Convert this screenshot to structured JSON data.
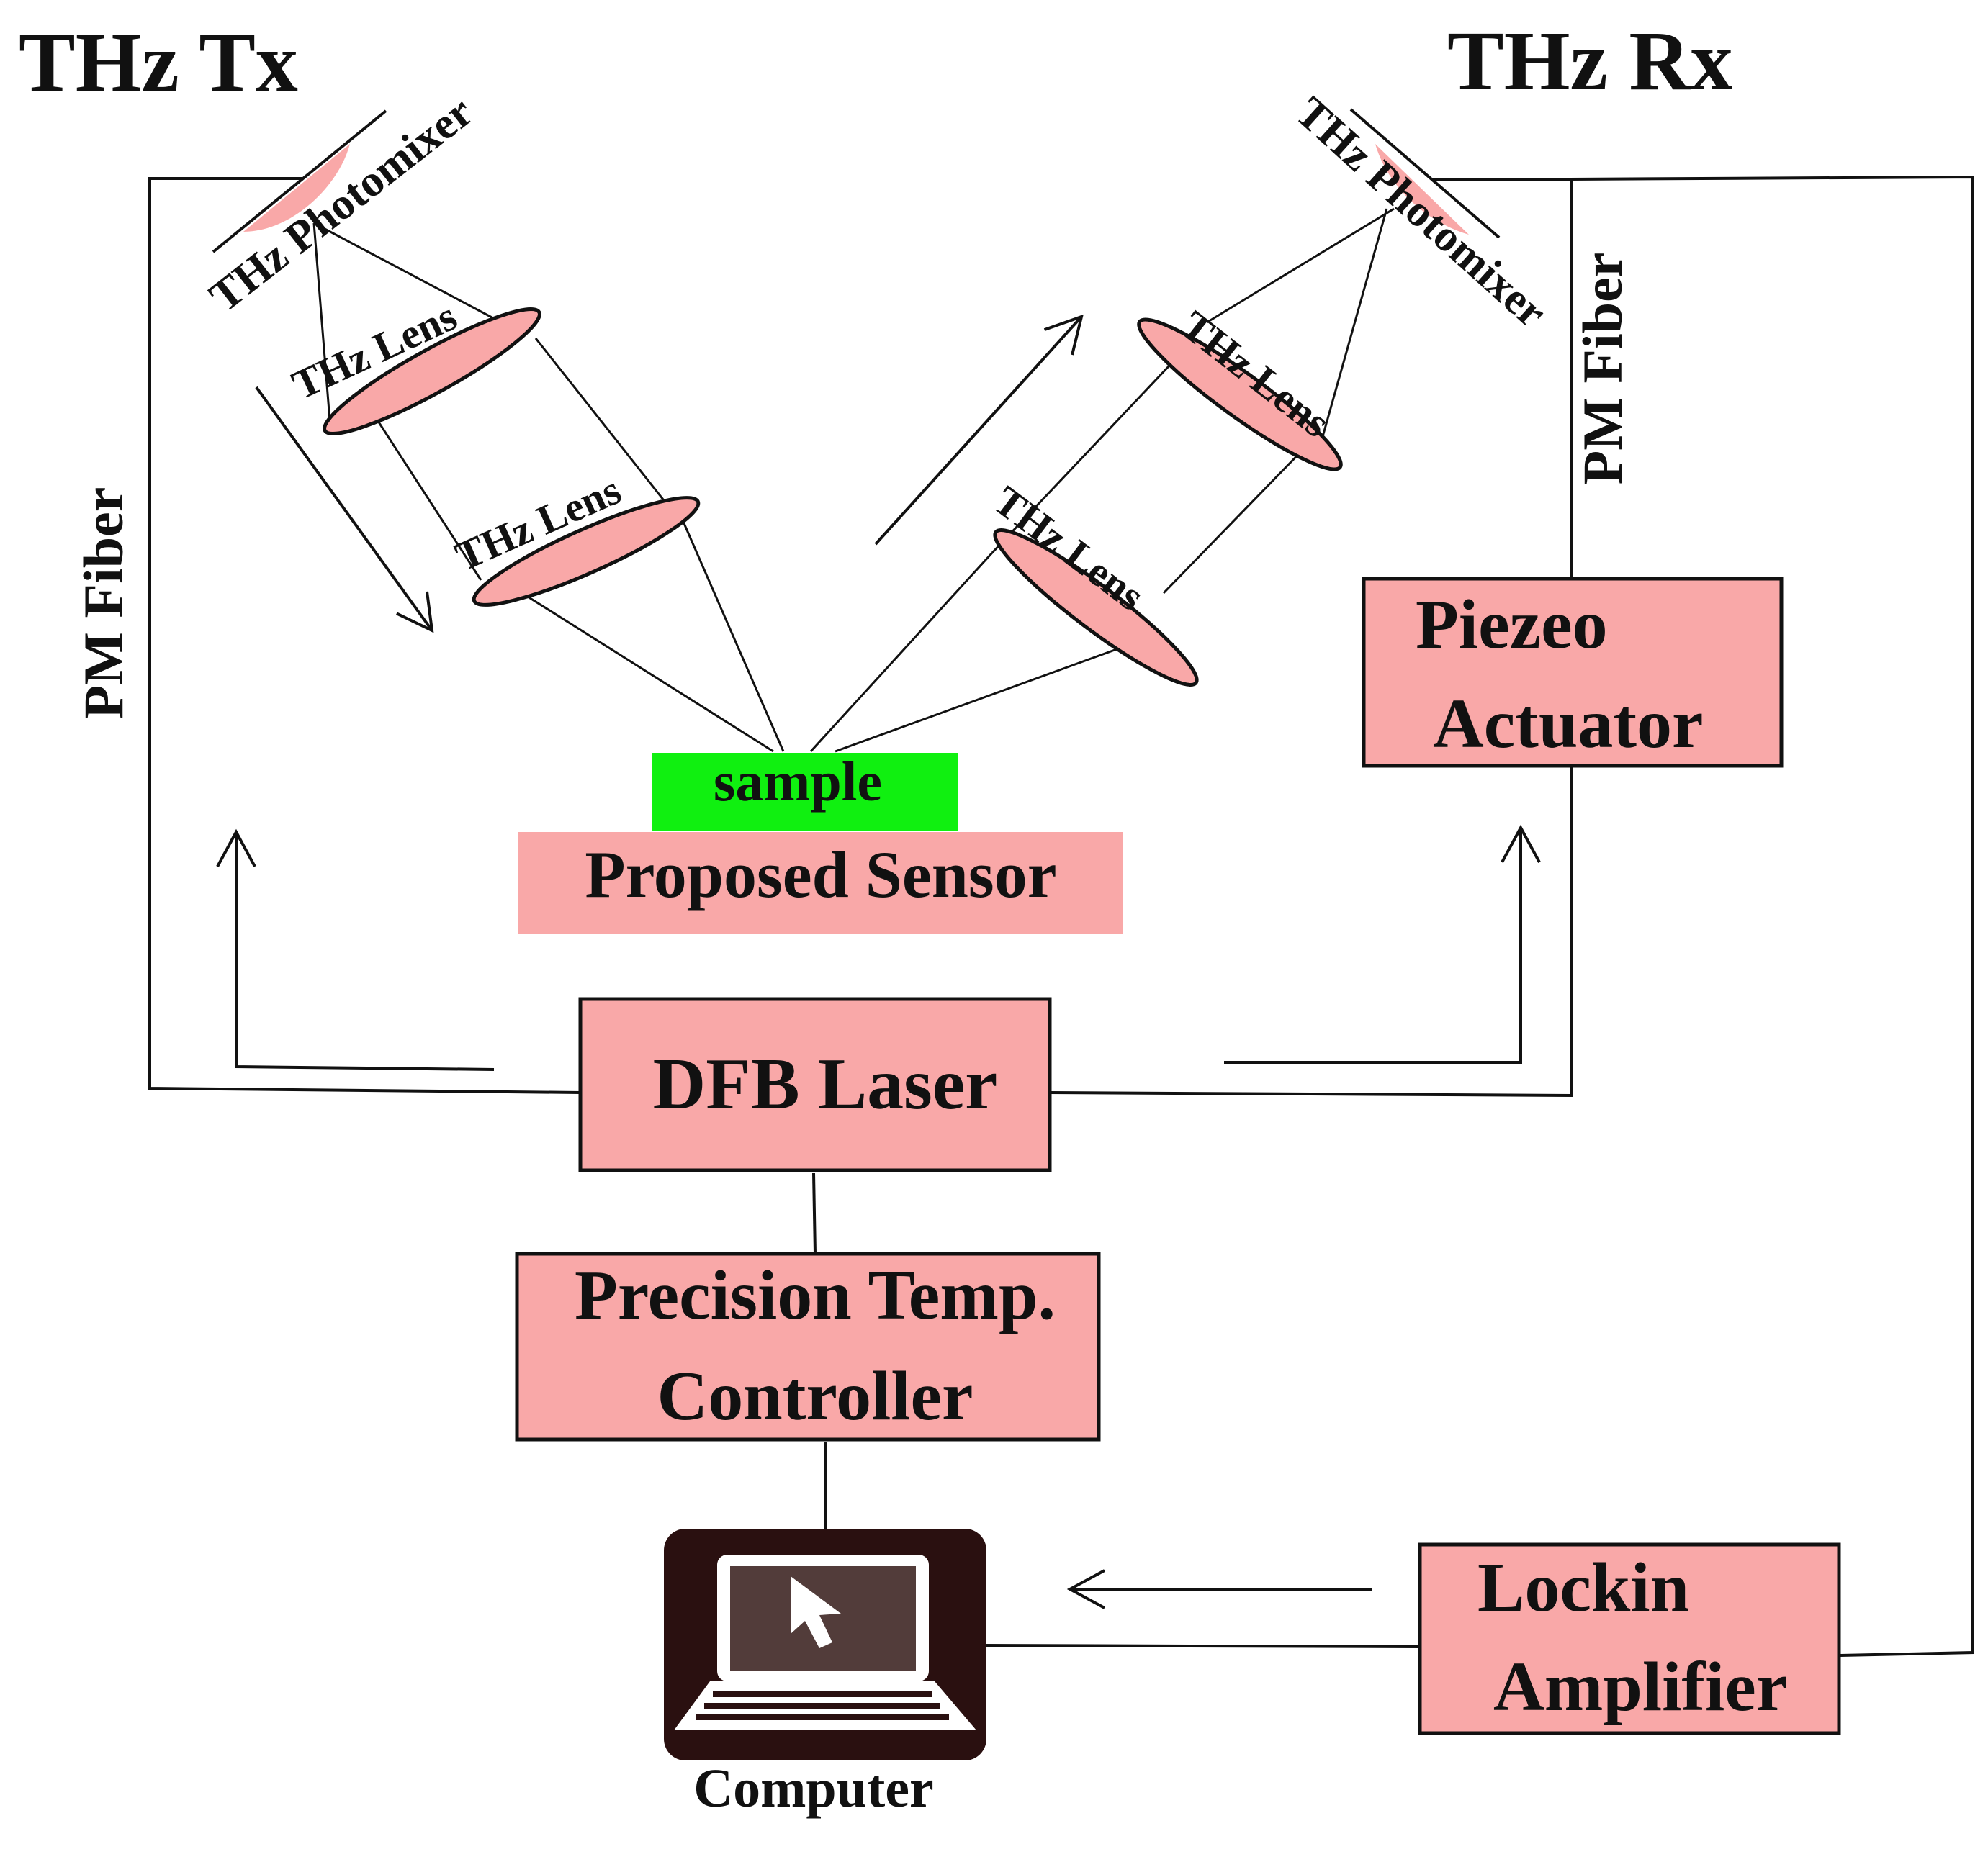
{
  "colors": {
    "box_fill": "#f9a8a8",
    "lens_fill": "#f9a8a8",
    "sample_fill": "#10f010",
    "line": "#111111",
    "computer_body": "#2a1010",
    "computer_screen": "#523c3a"
  },
  "labels": {
    "tx_title": "THz Tx",
    "rx_title": "THz Rx",
    "tx_photomixer": "THz Photomixer",
    "rx_photomixer": "THz Photomixer",
    "tx_lens_1": "THz Lens",
    "tx_lens_2": "THz Lens",
    "rx_lens_1": "THz Lens",
    "rx_lens_2": "THz Lens",
    "pm_fiber_left": "PM Fiber",
    "pm_fiber_right": "PM Fiber",
    "sample": "sample",
    "proposed_sensor": "Proposed Sensor",
    "piezo_line1": "Piezeo",
    "piezo_line2": "Actuator",
    "dfb_laser": "DFB Laser",
    "temp_line1": "Precision Temp.",
    "temp_line2": "Controller",
    "lockin_line1": "Lockin",
    "lockin_line2": "Amplifier",
    "computer": "Computer"
  },
  "icons": {
    "computer": "laptop-cursor-icon",
    "arrow": "open-arrowhead"
  }
}
